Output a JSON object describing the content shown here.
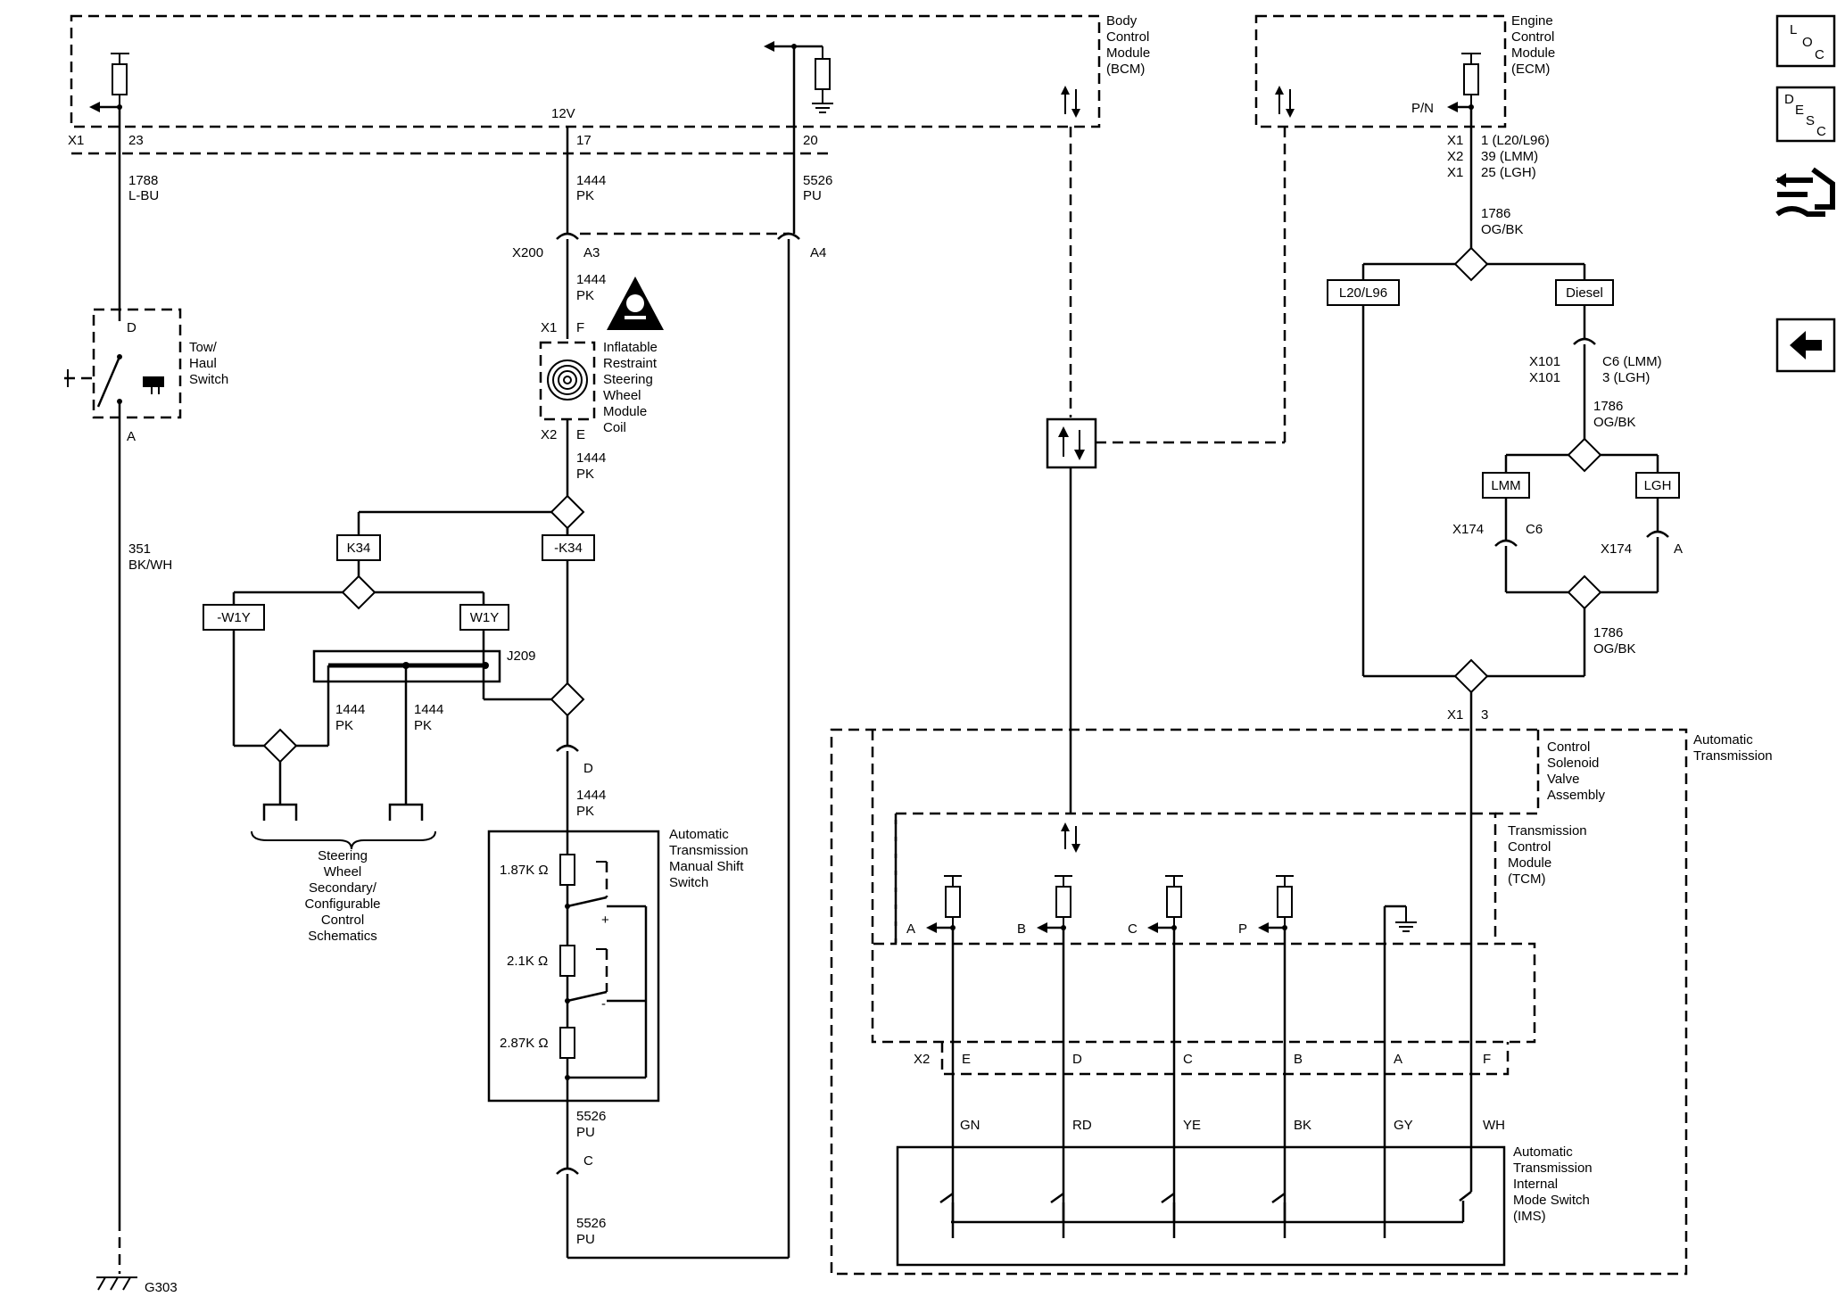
{
  "modules": {
    "bcm": [
      "Body",
      "Control",
      "Module",
      "(BCM)"
    ],
    "ecm": [
      "Engine",
      "Control",
      "Module",
      "(ECM)"
    ],
    "csva": [
      "Control",
      "Solenoid",
      "Valve",
      "Assembly"
    ],
    "tcm": [
      "Transmission",
      "Control",
      "Module",
      "(TCM)"
    ],
    "auto_trans": [
      "Automatic",
      "Transmission"
    ],
    "ims": [
      "Automatic",
      "Transmission",
      "Internal",
      "Mode Switch",
      "(IMS)"
    ],
    "msw": [
      "Automatic",
      "Transmission",
      "Manual Shift",
      "Switch"
    ],
    "tow_haul": [
      "Tow/",
      "Haul",
      "Switch"
    ],
    "coil": [
      "Inflatable",
      "Restraint",
      "Steering",
      "Wheel",
      "Module",
      "Coil"
    ],
    "steering": [
      "Steering",
      "Wheel",
      "Secondary/",
      "Configurable",
      "Control",
      "Schematics"
    ]
  },
  "labels": {
    "x1": "X1",
    "x2": "X2",
    "x200": "X200",
    "x101": "X101",
    "x174": "X174",
    "j209": "J209",
    "g303": "G303",
    "pin_23": "23",
    "pin_17": "17",
    "pin_20": "20",
    "v12": "12V",
    "a3": "A3",
    "a4": "A4",
    "f": "F",
    "e": "E",
    "d": "D",
    "a": "A",
    "c": "C",
    "pin3": "3",
    "c6": "C6",
    "pn": "P/N",
    "circ_1788": "1788",
    "lbu": "L-BU",
    "circ_1444": "1444",
    "pk": "PK",
    "circ_5526": "5526",
    "pu": "PU",
    "circ_351": "351",
    "bkwh": "BK/WH",
    "circ_1786": "1786",
    "ogbk": "OG/BK",
    "ecm_pin1": "1 (L20/L96)",
    "ecm_pin2": "39 (LMM)",
    "ecm_pin3": "25 (LGH)",
    "x101_1": "C6 (LMM)",
    "x101_2": "3 (LGH)",
    "r1": "1.87K",
    "r2": "2.1K",
    "r3": "2.87K",
    "ohm": "Ω",
    "plus": "+",
    "minus": "-"
  },
  "option_boxes": {
    "k34": "K34",
    "nk34": "-K34",
    "w1y": "W1Y",
    "nw1y": "-W1Y",
    "l20": "L20/L96",
    "diesel": "Diesel",
    "lmm": "LMM",
    "lgh": "LGH"
  },
  "tcm_outputs": [
    "A",
    "B",
    "C",
    "P"
  ],
  "x2_pins": [
    "E",
    "D",
    "C",
    "B",
    "A",
    "F"
  ],
  "wire_colors": [
    "GN",
    "RD",
    "YE",
    "BK",
    "GY",
    "WH"
  ],
  "nav": {
    "loc": [
      "L",
      "O",
      "C"
    ],
    "desc": [
      "D",
      "E",
      "S",
      "C"
    ]
  }
}
